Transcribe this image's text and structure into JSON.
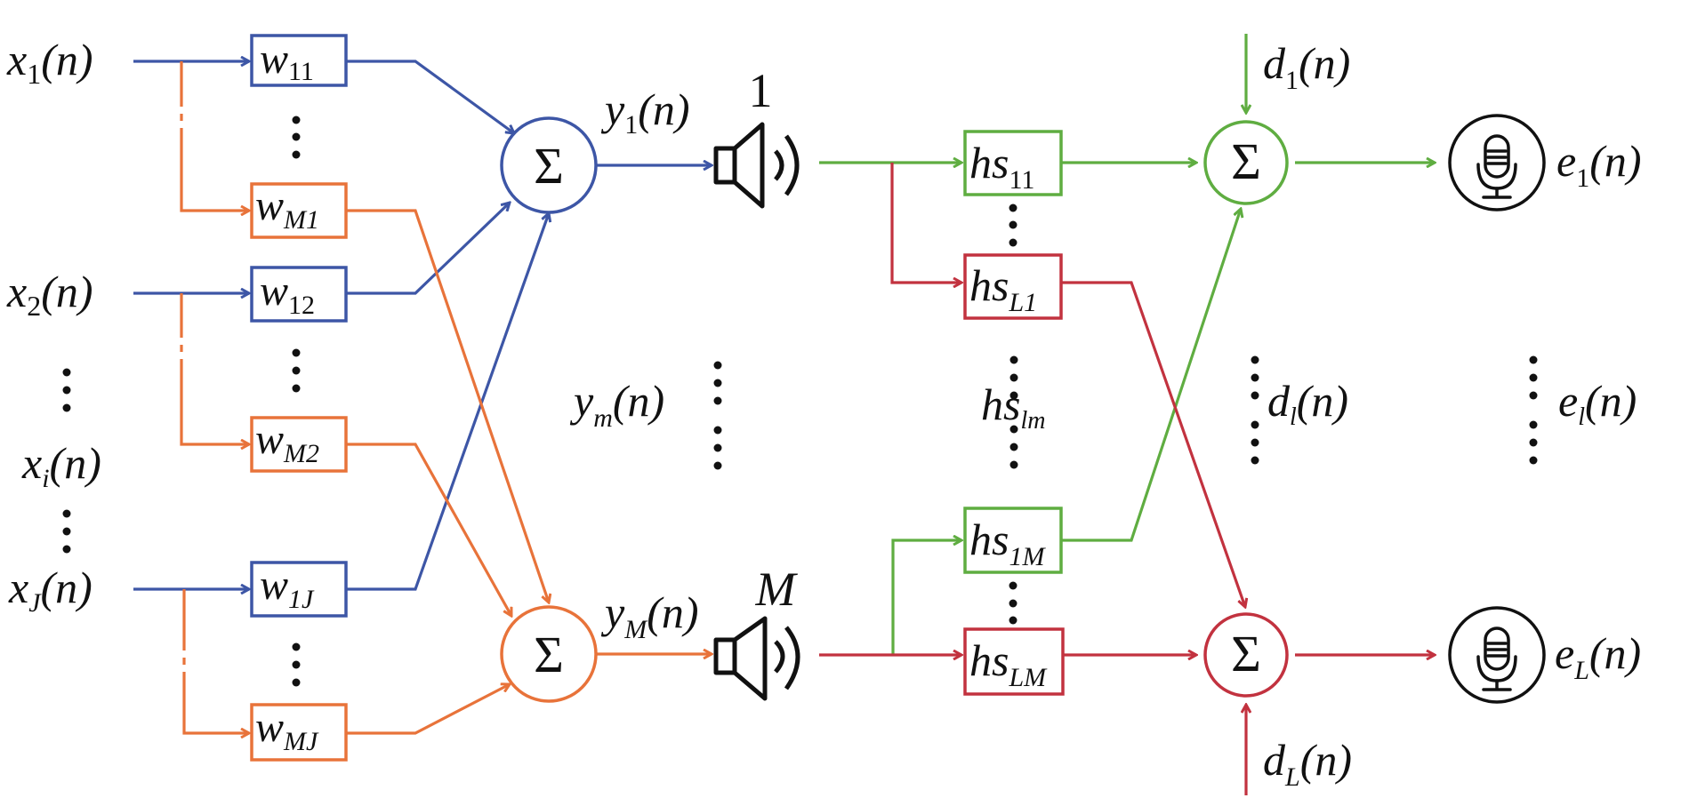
{
  "diagram": {
    "colors": {
      "blue": "#3d56a6",
      "orange": "#e8733a",
      "green": "#5fad41",
      "red": "#c2323f",
      "black": "#111111"
    },
    "inputs": [
      {
        "id": "x1",
        "base": "x",
        "sub": "1",
        "arg": "(n)"
      },
      {
        "id": "x2",
        "base": "x",
        "sub": "2",
        "arg": "(n)"
      },
      {
        "id": "xi",
        "base": "x",
        "sub": "i",
        "arg": "(n)"
      },
      {
        "id": "xJ",
        "base": "x",
        "sub": "J",
        "arg": "(n)"
      }
    ],
    "weights": [
      {
        "id": "w11",
        "base": "w",
        "sub": "11",
        "color": "blue"
      },
      {
        "id": "wM1",
        "base": "w",
        "sub": "M1",
        "color": "orange"
      },
      {
        "id": "w12",
        "base": "w",
        "sub": "12",
        "color": "blue"
      },
      {
        "id": "wM2",
        "base": "w",
        "sub": "M2",
        "color": "orange"
      },
      {
        "id": "w1J",
        "base": "w",
        "sub": "1J",
        "color": "blue"
      },
      {
        "id": "wMJ",
        "base": "w",
        "sub": "MJ",
        "color": "orange"
      }
    ],
    "summers": {
      "symbol": "Σ",
      "left_top_color": "blue",
      "left_bottom_color": "orange",
      "right_top_color": "green",
      "right_bottom_color": "red"
    },
    "outputs": [
      {
        "id": "y1",
        "base": "y",
        "sub": "1",
        "arg": "(n)"
      },
      {
        "id": "ym",
        "base": "y",
        "sub": "m",
        "arg": "(n)"
      },
      {
        "id": "yM",
        "base": "y",
        "sub": "M",
        "arg": "(n)"
      }
    ],
    "speakers": [
      {
        "id": "speaker-1",
        "label": "1",
        "icon": "speaker-icon"
      },
      {
        "id": "speaker-M",
        "label": "M",
        "icon": "speaker-icon"
      }
    ],
    "paths": [
      {
        "id": "hs11",
        "base": "hs",
        "sub": "11",
        "color": "green"
      },
      {
        "id": "hsL1",
        "base": "hs",
        "sub": "L1",
        "color": "red"
      },
      {
        "id": "hslm",
        "base": "hs",
        "sub": "lm"
      },
      {
        "id": "hs1M",
        "base": "hs",
        "sub": "1M",
        "color": "green"
      },
      {
        "id": "hsLM",
        "base": "hs",
        "sub": "LM",
        "color": "red"
      }
    ],
    "desired": [
      {
        "id": "d1",
        "base": "d",
        "sub": "1",
        "arg": "(n)"
      },
      {
        "id": "dl",
        "base": "d",
        "sub": "l",
        "arg": "(n)"
      },
      {
        "id": "dL",
        "base": "d",
        "sub": "L",
        "arg": "(n)"
      }
    ],
    "errors": [
      {
        "id": "e1",
        "base": "e",
        "sub": "1",
        "arg": "(n)",
        "icon": "microphone-icon"
      },
      {
        "id": "el",
        "base": "e",
        "sub": "l",
        "arg": "(n)"
      },
      {
        "id": "eL",
        "base": "e",
        "sub": "L",
        "arg": "(n)",
        "icon": "microphone-icon"
      }
    ]
  }
}
